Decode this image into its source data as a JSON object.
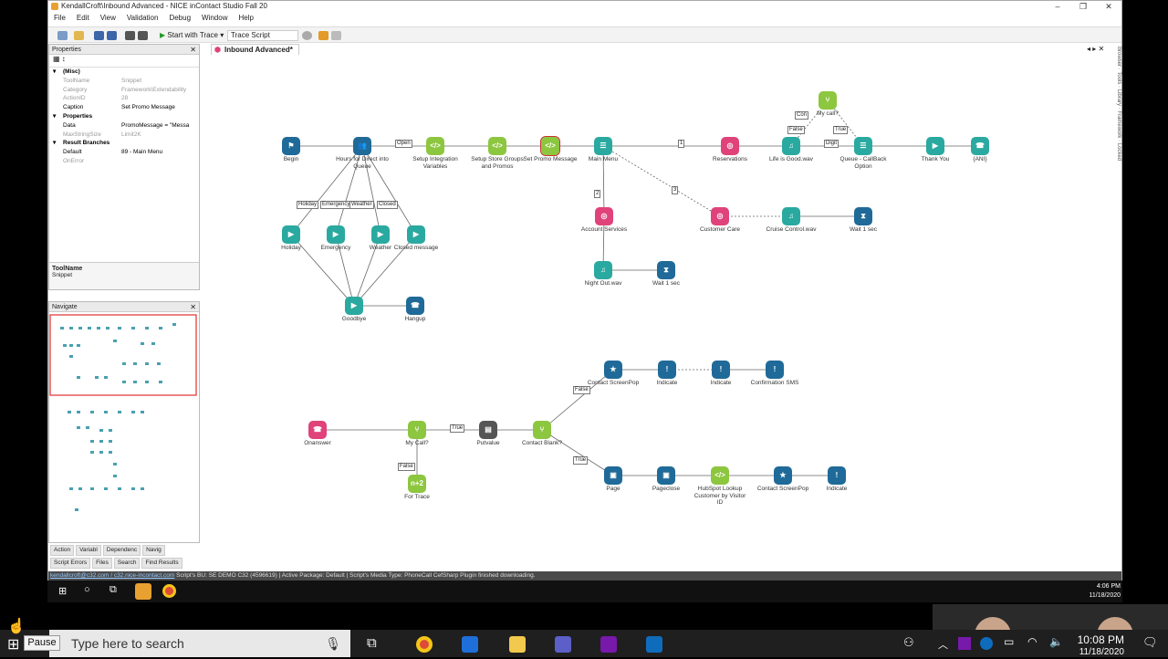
{
  "window": {
    "title": "KendallCroft\\Inbound Advanced - NICE inContact Studio Fall 20",
    "min": "–",
    "max": "❐",
    "close": "✕"
  },
  "menu": [
    "File",
    "Edit",
    "View",
    "Validation",
    "Debug",
    "Window",
    "Help"
  ],
  "toolbar": {
    "start_trace": "Start with Trace",
    "trace_script": "Trace Script"
  },
  "properties": {
    "title": "Properties",
    "rows": [
      {
        "k": "(Misc)",
        "v": "",
        "t": "sec"
      },
      {
        "k": "ToolName",
        "v": "Snippet"
      },
      {
        "k": "Category",
        "v": "Framework\\Extendability"
      },
      {
        "k": "ActionID",
        "v": "28"
      },
      {
        "k": "Caption",
        "v": "Set Promo Message",
        "t": "b"
      },
      {
        "k": "Properties",
        "v": "",
        "t": "sec"
      },
      {
        "k": "Data",
        "v": "PromoMessage = \"Messa",
        "t": "b"
      },
      {
        "k": "MaxStringSize",
        "v": "Limit2K"
      },
      {
        "k": "Result Branches",
        "v": "",
        "t": "sec"
      },
      {
        "k": "Default",
        "v": "89 - Main Menu",
        "t": "b"
      },
      {
        "k": "OnError",
        "v": ""
      }
    ],
    "desc_title": "ToolName",
    "desc_text": "Snippet"
  },
  "navigate": {
    "title": "Navigate"
  },
  "bottom_tabs": [
    "Action",
    "Variabl",
    "Dependenc",
    "Navig"
  ],
  "bottom_tabs2": [
    "Script Errors",
    "Files",
    "Search",
    "Find Results"
  ],
  "document_tab": "Inbound Advanced*",
  "nodes": [
    {
      "label": "Begin",
      "color": "#1f6a98",
      "icon": "flag-icon"
    },
    {
      "label": "Hours for Direct into Queue",
      "color": "#1f6a98",
      "icon": "people-icon"
    },
    {
      "label": "Setup Integration Variables",
      "color": "#8dc63f",
      "icon": "code-icon"
    },
    {
      "label": "Setup Store Groups and Promos",
      "color": "#8dc63f",
      "icon": "code-icon"
    },
    {
      "label": "Set Promo Message",
      "color": "#8dc63f",
      "icon": "code-icon"
    },
    {
      "label": "Main Menu",
      "color": "#2aa9a0",
      "icon": "menu-icon"
    },
    {
      "label": "Reservations",
      "color": "#e0427a",
      "icon": "target-icon"
    },
    {
      "label": "Life is Good.wav",
      "color": "#2aa9a0",
      "icon": "music-icon"
    },
    {
      "label": "My call?",
      "color": "#8dc63f",
      "icon": "branch-icon"
    },
    {
      "label": "Queue - CallBack Option",
      "color": "#2aa9a0",
      "icon": "menu-icon"
    },
    {
      "label": "Thank You",
      "color": "#2aa9a0",
      "icon": "play-icon"
    },
    {
      "label": "{ANI}",
      "color": "#2aa9a0",
      "icon": "phone-icon"
    },
    {
      "label": "Holiday",
      "color": "#2aa9a0",
      "icon": "play-icon"
    },
    {
      "label": "Emergency",
      "color": "#2aa9a0",
      "icon": "play-icon"
    },
    {
      "label": "Weather",
      "color": "#2aa9a0",
      "icon": "play-icon"
    },
    {
      "label": "Closed message",
      "color": "#2aa9a0",
      "icon": "play-icon"
    },
    {
      "label": "Goodbye",
      "color": "#2aa9a0",
      "icon": "play-icon"
    },
    {
      "label": "Hangup",
      "color": "#1f6a98",
      "icon": "phone-icon"
    },
    {
      "label": "Account Services",
      "color": "#e0427a",
      "icon": "target-icon"
    },
    {
      "label": "Customer Care",
      "color": "#e0427a",
      "icon": "target-icon"
    },
    {
      "label": "Cruise Control.wav",
      "color": "#2aa9a0",
      "icon": "music-icon"
    },
    {
      "label": "Wait 1 sec",
      "color": "#1f6a98",
      "icon": "hourglass-icon"
    },
    {
      "label": "Night Out.wav",
      "color": "#2aa9a0",
      "icon": "music-icon"
    },
    {
      "label": "Wait 1 sec",
      "color": "#1f6a98",
      "icon": "hourglass-icon"
    },
    {
      "label": "Contact ScreenPop",
      "color": "#1f6a98",
      "icon": "star-icon"
    },
    {
      "label": "Indicate",
      "color": "#1f6a98",
      "icon": "alert-icon"
    },
    {
      "label": "Indicate",
      "color": "#1f6a98",
      "icon": "alert-icon"
    },
    {
      "label": "Confirmation SMS",
      "color": "#1f6a98",
      "icon": "alert-icon"
    },
    {
      "label": "Onanswer",
      "color": "#e0427a",
      "icon": "phone-icon"
    },
    {
      "label": "My Call?",
      "color": "#8dc63f",
      "icon": "branch-icon"
    },
    {
      "label": "Putvalue",
      "color": "#555555",
      "icon": "database-icon"
    },
    {
      "label": "Contact Blank?",
      "color": "#8dc63f",
      "icon": "branch-icon"
    },
    {
      "label": "For Trace",
      "color": "#8dc63f",
      "icon": "math-icon"
    },
    {
      "label": "Page",
      "color": "#1f6a98",
      "icon": "doc-icon"
    },
    {
      "label": "Pageclose",
      "color": "#1f6a98",
      "icon": "doc-icon"
    },
    {
      "label": "HubSpot Lookup Customer by Visitor ID",
      "color": "#8dc63f",
      "icon": "code-icon"
    },
    {
      "label": "Contact ScreenPop",
      "color": "#1f6a98",
      "icon": "star-icon"
    },
    {
      "label": "Indicate",
      "color": "#1f6a98",
      "icon": "alert-icon"
    }
  ],
  "branch_labels": [
    "Open",
    "1",
    "2",
    "3",
    "Holiday",
    "Emergency",
    "Weather",
    "Closed",
    "Con",
    "False",
    "True",
    "Digit",
    "True",
    "False",
    "False",
    "True"
  ],
  "right_sidebar": [
    "Browser",
    "Tools",
    "Library",
    "Framework",
    "Locked"
  ],
  "status": {
    "user": "kendallcroft@c32.com / c32.nice-incontact.com",
    "text": "Script's BU: SE DEMO C32 (4596619) | Active Package: Default | Script's Media Type: PhoneCall  CefSharp Plugin finished downloading."
  },
  "inner_clock": {
    "time": "4:06 PM",
    "date": "11/18/2020"
  },
  "taskbar": {
    "search_placeholder": "Type here to search",
    "time": "10:08 PM",
    "date": "11/18/2020"
  },
  "overlay": {
    "pause": "Pause"
  }
}
